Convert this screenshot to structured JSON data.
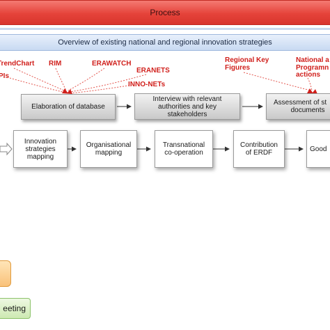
{
  "header": {
    "process_label": "Process"
  },
  "overview_label": "Overview of existing national and regional innovation strategies",
  "sources_left": {
    "trendchart": "TrendChart",
    "rim": "RIM",
    "erawatch": "ERAWATCH",
    "eranets": "ERANETS",
    "pis": "PIs",
    "inno_nets": "INNO-NETs"
  },
  "sources_right": {
    "regional_key_figures_line1": "Regional Key",
    "regional_key_figures_line2": "Figures",
    "national_line1": "National a",
    "national_line2": "Programn",
    "national_line3": "actions"
  },
  "top_row": {
    "elaboration": "Elaboration of database",
    "interview": "Interview with relevant authorities and key stakeholders",
    "assessment_line1": "Assessment of st",
    "assessment_line2": "documents"
  },
  "bottom_row": {
    "innovation": "Innovation strategies mapping",
    "organisational": "Organisational mapping",
    "transnational": "Transnational co-operation",
    "erdf": "Contribution of ERDF",
    "good": "Good"
  },
  "footer": {
    "meeting_label": "eeting"
  },
  "colors": {
    "process_red": "#e5433a",
    "label_red": "#d01f1b",
    "overview_blue": "#c8daf2",
    "box_gray": "#c9c9c9"
  }
}
